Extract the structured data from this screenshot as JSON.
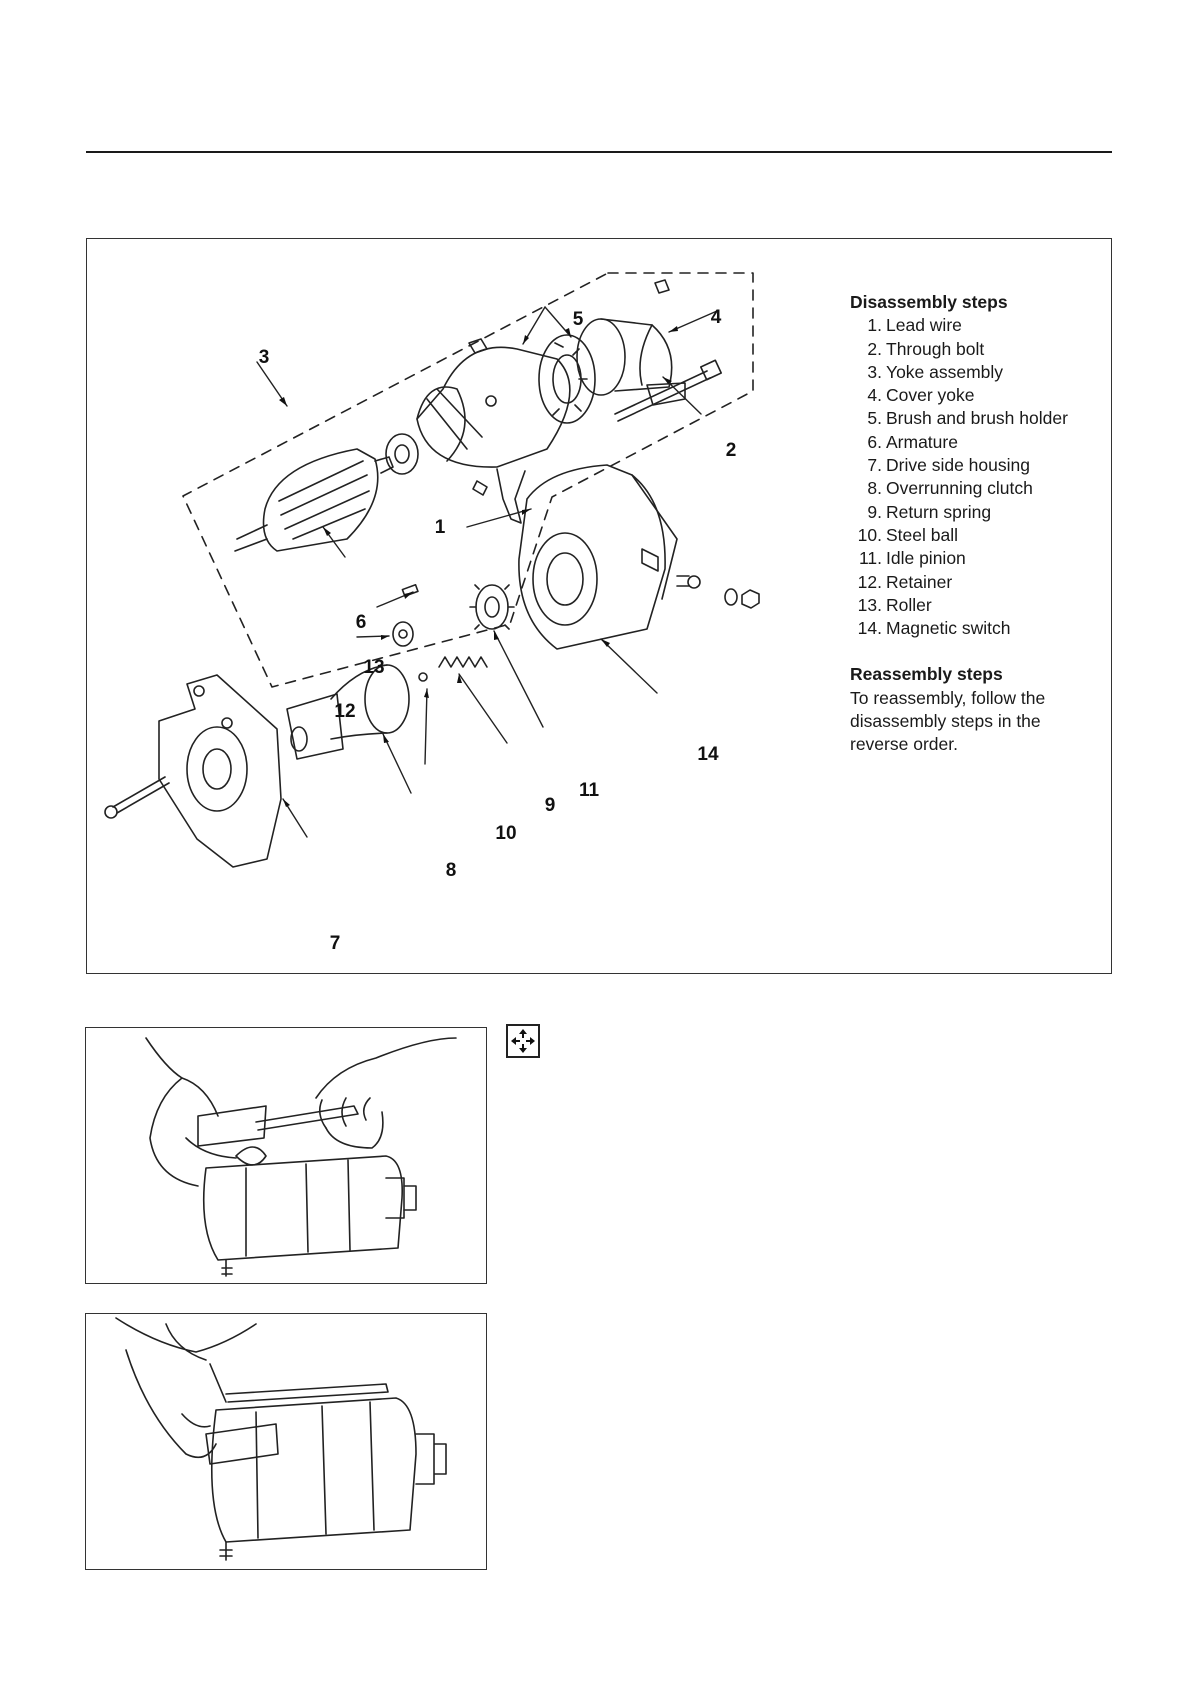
{
  "diagram": {
    "callouts": [
      {
        "id": 1,
        "label": "1"
      },
      {
        "id": 2,
        "label": "2"
      },
      {
        "id": 3,
        "label": "3"
      },
      {
        "id": 4,
        "label": "4"
      },
      {
        "id": 5,
        "label": "5"
      },
      {
        "id": 6,
        "label": "6"
      },
      {
        "id": 7,
        "label": "7"
      },
      {
        "id": 8,
        "label": "8"
      },
      {
        "id": 9,
        "label": "9"
      },
      {
        "id": 10,
        "label": "10"
      },
      {
        "id": 11,
        "label": "11"
      },
      {
        "id": 12,
        "label": "12"
      },
      {
        "id": 13,
        "label": "13"
      },
      {
        "id": 14,
        "label": "14"
      }
    ]
  },
  "disassembly": {
    "heading": "Disassembly steps",
    "steps": [
      {
        "num": "1.",
        "text": "Lead wire"
      },
      {
        "num": "2.",
        "text": "Through bolt"
      },
      {
        "num": "3.",
        "text": "Yoke assembly"
      },
      {
        "num": "4.",
        "text": "Cover yoke"
      },
      {
        "num": "5.",
        "text": "Brush and brush holder"
      },
      {
        "num": "6.",
        "text": "Armature"
      },
      {
        "num": "7.",
        "text": "Drive side housing"
      },
      {
        "num": "8.",
        "text": "Overrunning clutch"
      },
      {
        "num": "9.",
        "text": "Return spring"
      },
      {
        "num": "10.",
        "text": "Steel ball"
      },
      {
        "num": "11.",
        "text": "Idle pinion"
      },
      {
        "num": "12.",
        "text": "Retainer"
      },
      {
        "num": "13.",
        "text": "Roller"
      },
      {
        "num": "14.",
        "text": "Magnetic switch"
      }
    ]
  },
  "reassembly": {
    "heading": "Reassembly steps",
    "text": "To reassembly, follow the disassembly steps in the reverse order."
  },
  "icons": {
    "reference_icon": "disassemble-arrows-icon"
  }
}
